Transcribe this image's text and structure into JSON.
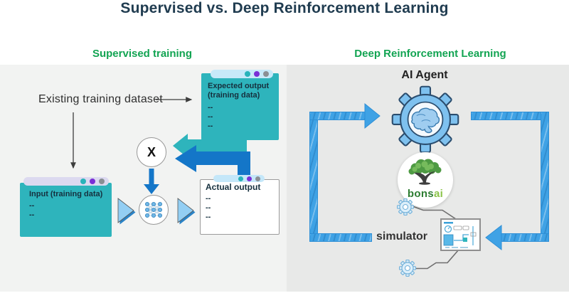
{
  "title": "Supervised vs. Deep Reinforcement Learning",
  "left": {
    "header": "Supervised training",
    "dataset_label": "Existing training dataset",
    "compare_symbol": "X",
    "expected_box": {
      "line1": "Expected output",
      "line2": "(training data)",
      "rows": [
        "--",
        "--",
        "--"
      ]
    },
    "input_box": {
      "title": "Input (training data)",
      "rows": [
        "--",
        "--"
      ]
    },
    "actual_box": {
      "title": "Actual output",
      "rows": [
        "--",
        "--",
        "--"
      ]
    }
  },
  "right": {
    "header": "Deep Reinforcement Learning",
    "agent_label": "AI Agent",
    "simulator_label": "simulator",
    "logo": {
      "part1": "bons",
      "part2": "ai"
    }
  },
  "colors": {
    "accent_teal": "#2eb4bc",
    "compare_arrow_blue": "#1476c8",
    "loop_blue": "#3fa2e5",
    "header_green": "#12a452",
    "title_navy": "#203c50",
    "dot_purple": "#7a2fd6",
    "dot_teal": "#29b3ba",
    "dot_gray": "#8a8f94",
    "panel_left_bg": "#f2f3f2",
    "panel_right_bg": "#e8e9e8"
  }
}
